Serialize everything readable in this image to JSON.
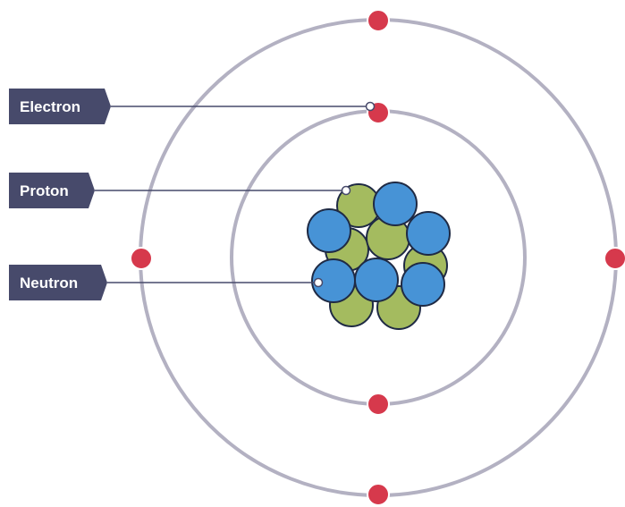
{
  "labels": {
    "electron": "Electron",
    "proton": "Proton",
    "neutron": "Neutron"
  },
  "colors": {
    "orbit": "#b3b1c2",
    "electron": "#d6394c",
    "proton": "#a4bb5f",
    "neutron": "#4793d6",
    "particle_outline": "#1f2a44",
    "label_bg": "#474a6b",
    "label_text": "#ffffff",
    "pointer_line": "#474a6b"
  },
  "counts": {
    "electrons": 6,
    "protons": 6,
    "neutrons": 6,
    "orbits": 2
  }
}
